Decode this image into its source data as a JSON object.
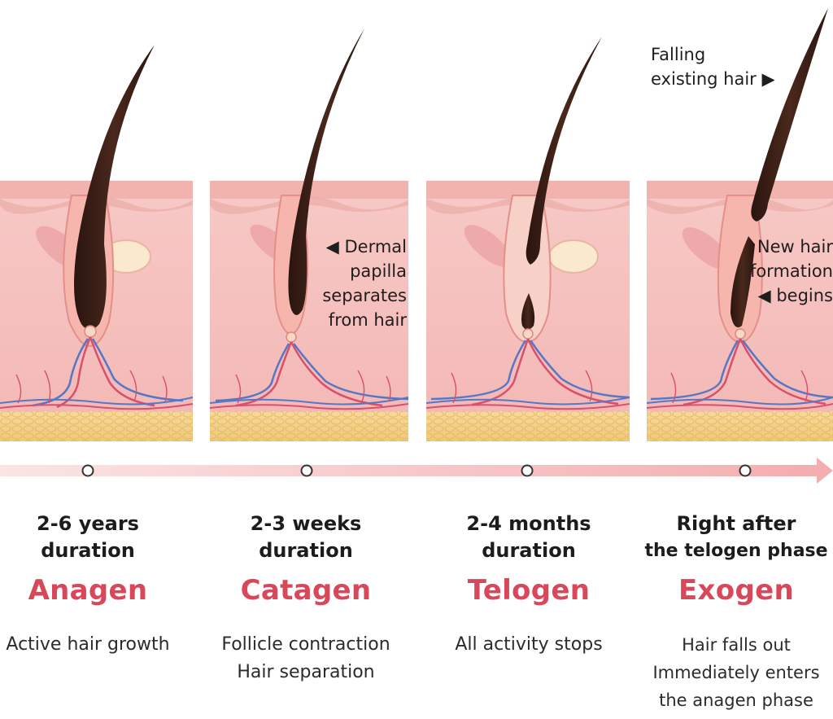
{
  "accent_color": "#d9475a",
  "annotations": {
    "falling": [
      "Falling",
      "existing hair ▶"
    ],
    "dermal": [
      "◀ Dermal",
      "papilla",
      "separates",
      "from hair"
    ],
    "new_hair": [
      "New hair",
      "formation",
      "◀ begins"
    ]
  },
  "phases": [
    {
      "duration": [
        "2-6 years",
        "duration"
      ],
      "name": "Anagen",
      "description": [
        "Active hair growth"
      ]
    },
    {
      "duration": [
        "2-3 weeks",
        "duration"
      ],
      "name": "Catagen",
      "description": [
        "Follicle contraction",
        "Hair separation"
      ]
    },
    {
      "duration": [
        "2-4 months",
        "duration"
      ],
      "name": "Telogen",
      "description": [
        "All activity stops"
      ]
    },
    {
      "duration": [
        "Right after",
        "the telogen phase"
      ],
      "name": "Exogen",
      "description": [
        "Hair falls out",
        "Immediately enters",
        "the anagen phase"
      ]
    }
  ]
}
